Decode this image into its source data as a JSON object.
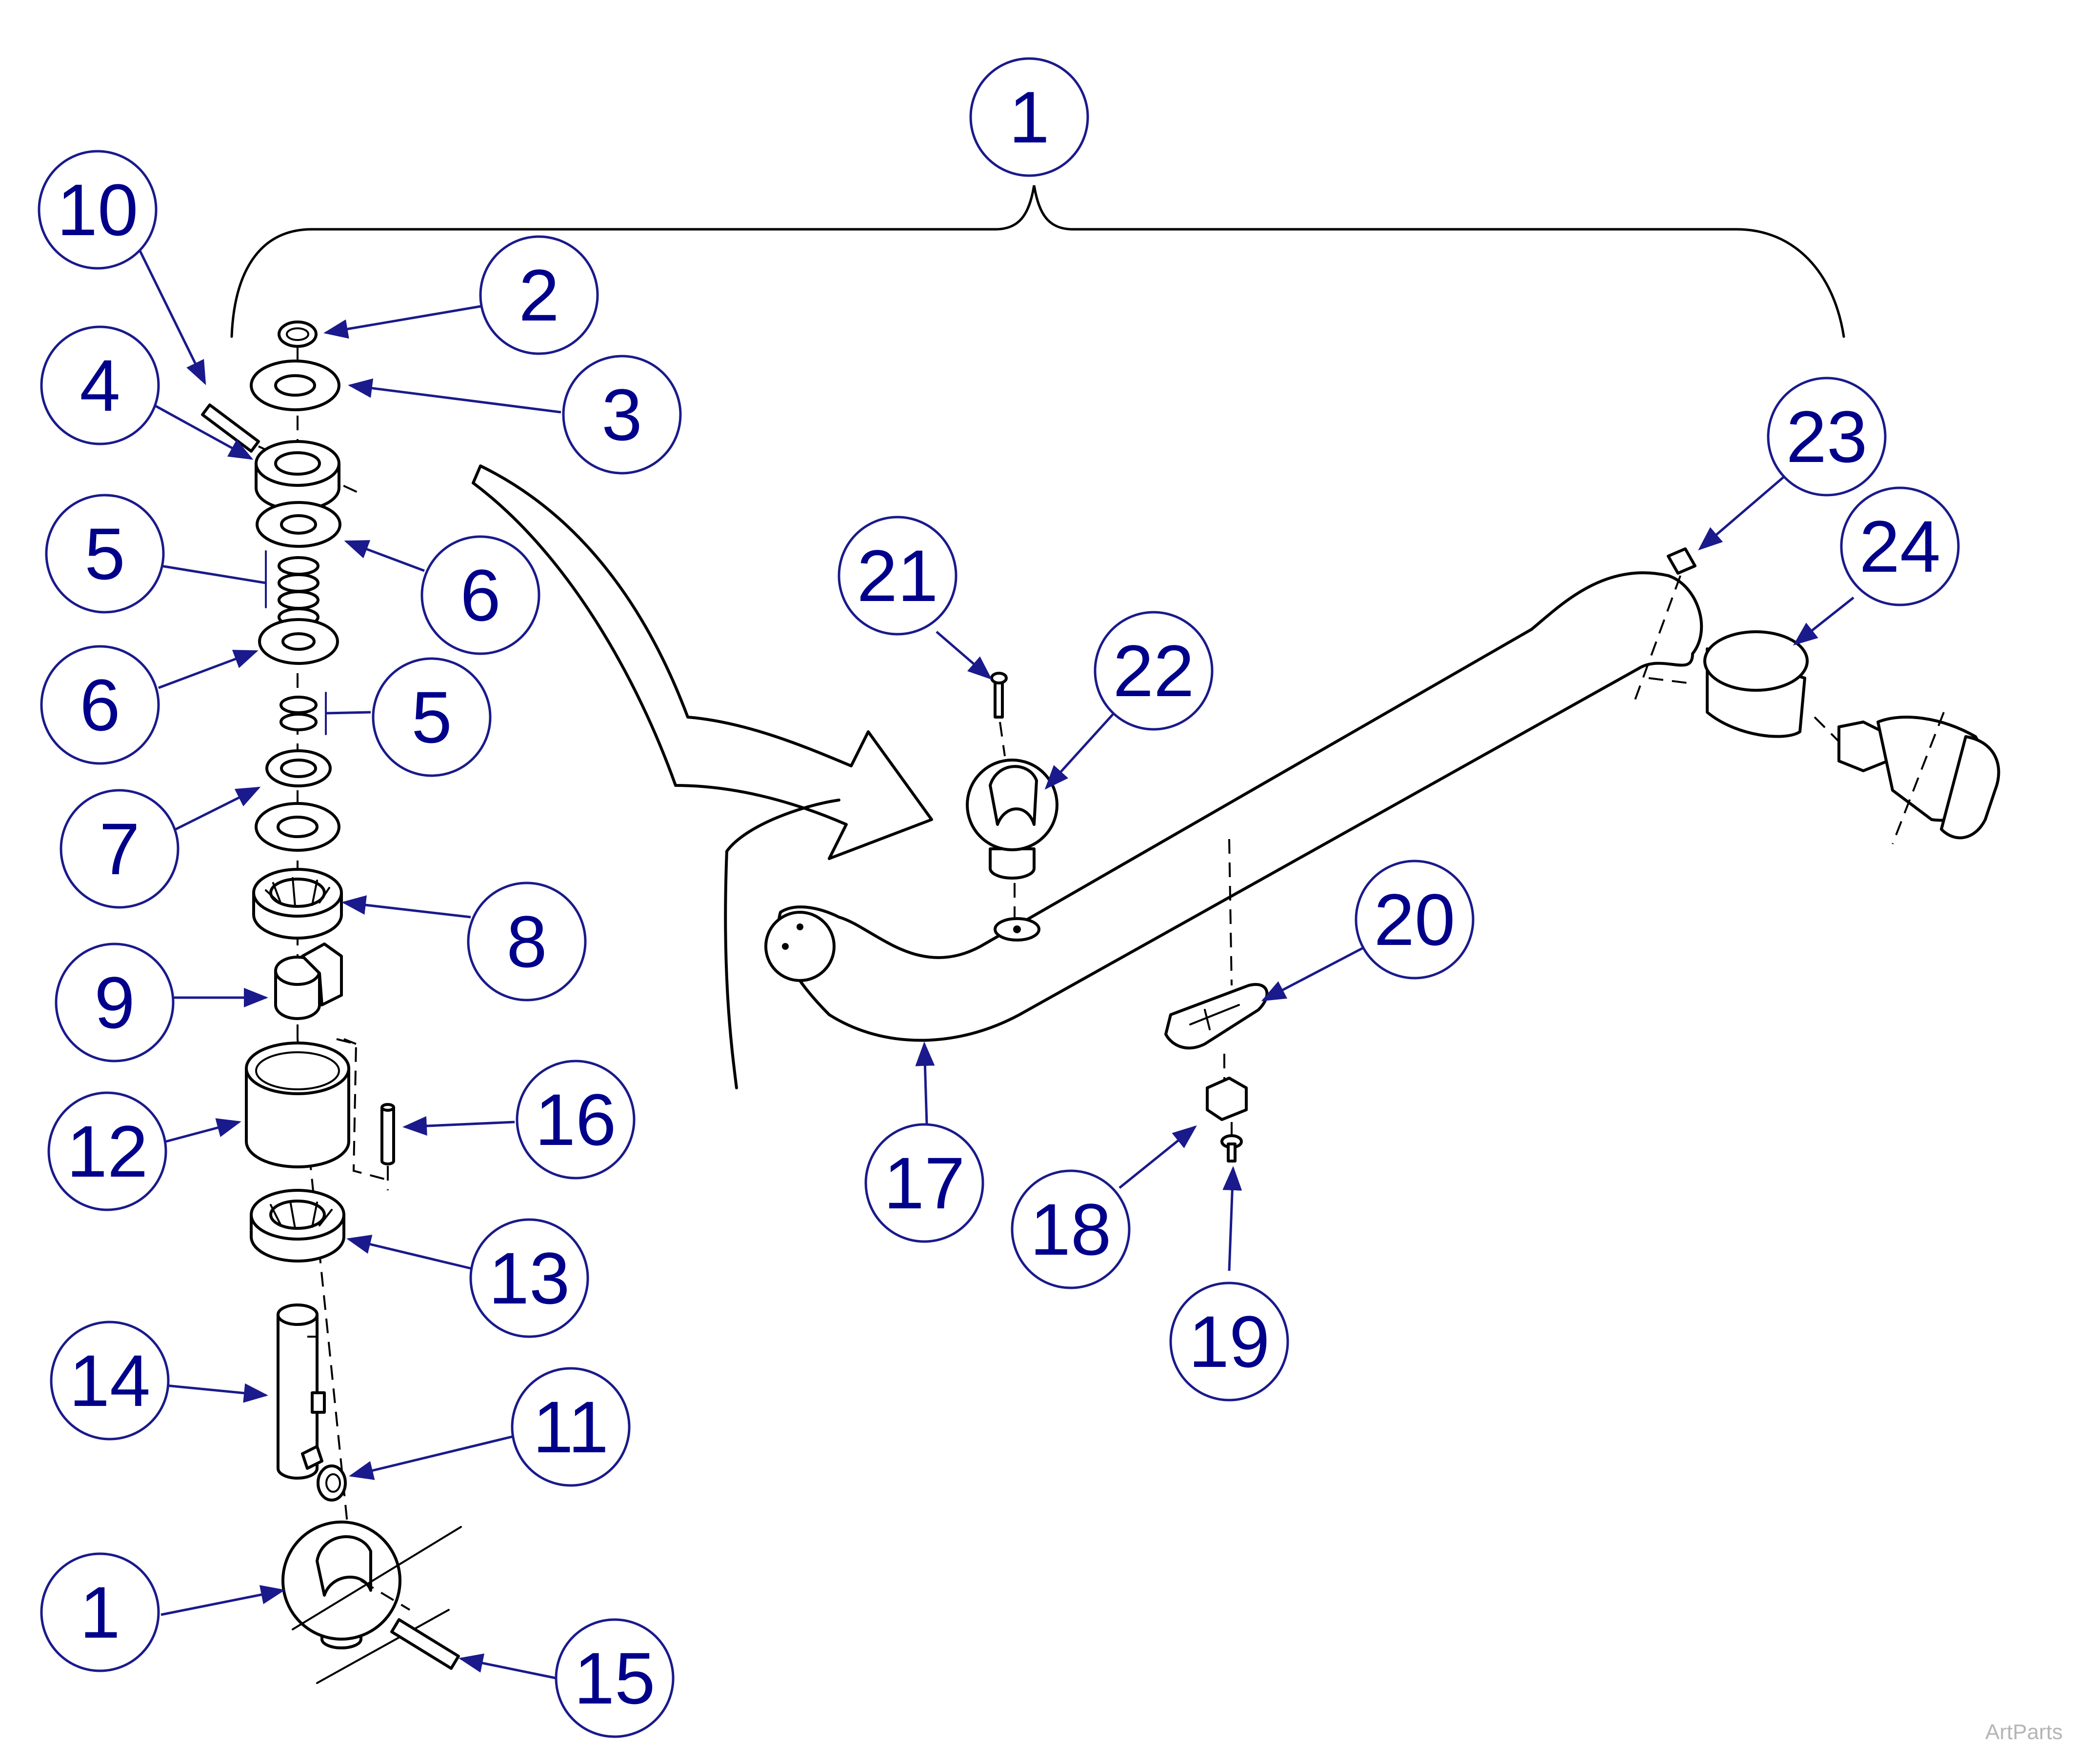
{
  "diagram": {
    "watermark": "ArtParts",
    "colors": {
      "callout": "#1a1a8c",
      "callout_text": "#00008b",
      "line": "#000000"
    },
    "callouts": [
      {
        "id": "c1-top",
        "label": "1"
      },
      {
        "id": "c2",
        "label": "2"
      },
      {
        "id": "c3",
        "label": "3"
      },
      {
        "id": "c4",
        "label": "4"
      },
      {
        "id": "c5-upper",
        "label": "5"
      },
      {
        "id": "c5-lower",
        "label": "5"
      },
      {
        "id": "c6-right",
        "label": "6"
      },
      {
        "id": "c6-left",
        "label": "6"
      },
      {
        "id": "c7",
        "label": "7"
      },
      {
        "id": "c8",
        "label": "8"
      },
      {
        "id": "c9",
        "label": "9"
      },
      {
        "id": "c10",
        "label": "10"
      },
      {
        "id": "c11",
        "label": "11"
      },
      {
        "id": "c12",
        "label": "12"
      },
      {
        "id": "c13",
        "label": "13"
      },
      {
        "id": "c14",
        "label": "14"
      },
      {
        "id": "c15",
        "label": "15"
      },
      {
        "id": "c16",
        "label": "16"
      },
      {
        "id": "c17",
        "label": "17"
      },
      {
        "id": "c18",
        "label": "18"
      },
      {
        "id": "c19",
        "label": "19"
      },
      {
        "id": "c20",
        "label": "20"
      },
      {
        "id": "c21",
        "label": "21"
      },
      {
        "id": "c22",
        "label": "22"
      },
      {
        "id": "c23",
        "label": "23"
      },
      {
        "id": "c24",
        "label": "24"
      },
      {
        "id": "c1-bottom",
        "label": "1"
      }
    ]
  }
}
